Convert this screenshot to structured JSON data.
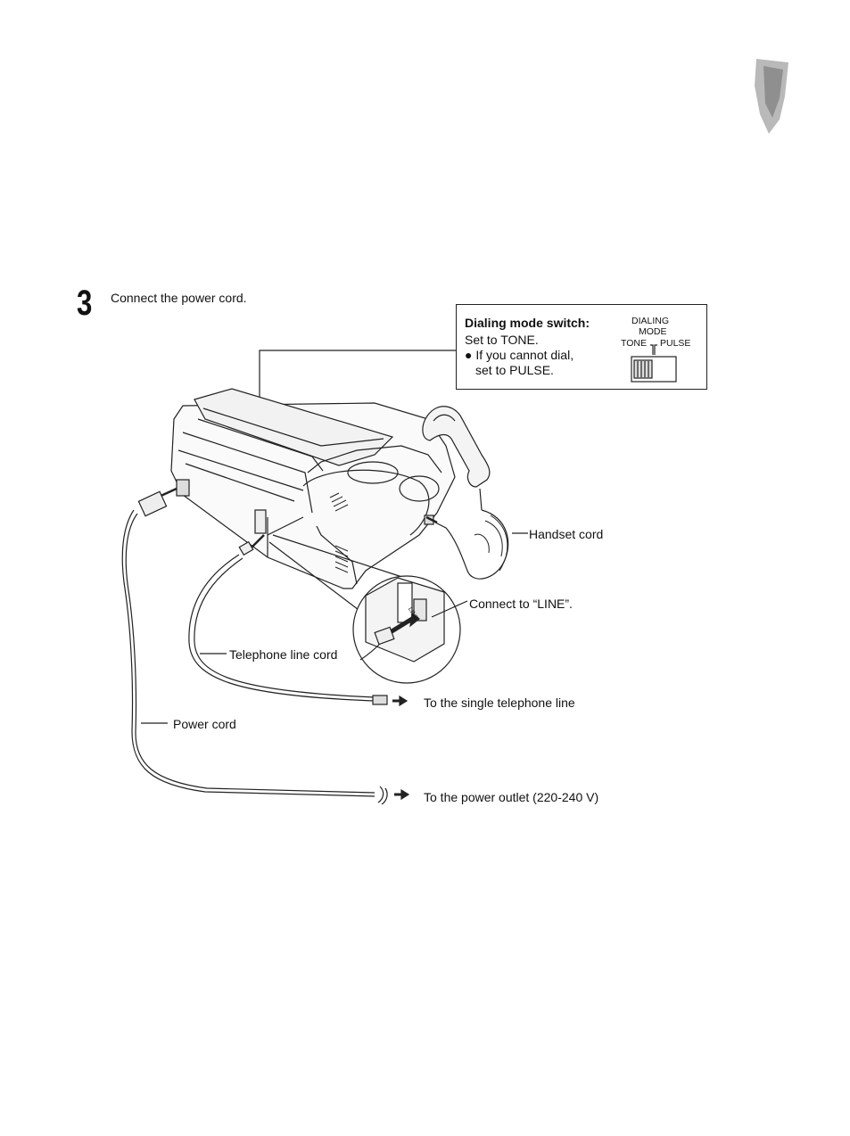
{
  "step": {
    "number": "3",
    "instruction": "Connect the power cord."
  },
  "callout": {
    "title": "Dialing mode switch:",
    "setting": "Set to TONE.",
    "note_line1": "● If you cannot dial,",
    "note_line2": "set to PULSE.",
    "switch_label_1": "DIALING",
    "switch_label_2": "MODE",
    "tone": "TONE",
    "pulse": "PULSE"
  },
  "labels": {
    "handset_cord": "Handset cord",
    "connect_line": "Connect to “LINE”.",
    "line_jack": "LINE",
    "telephone_line_cord": "Telephone line cord",
    "single_line": "To the single telephone line",
    "power_cord": "Power cord",
    "power_outlet": "To the power outlet (220-240 V)"
  }
}
